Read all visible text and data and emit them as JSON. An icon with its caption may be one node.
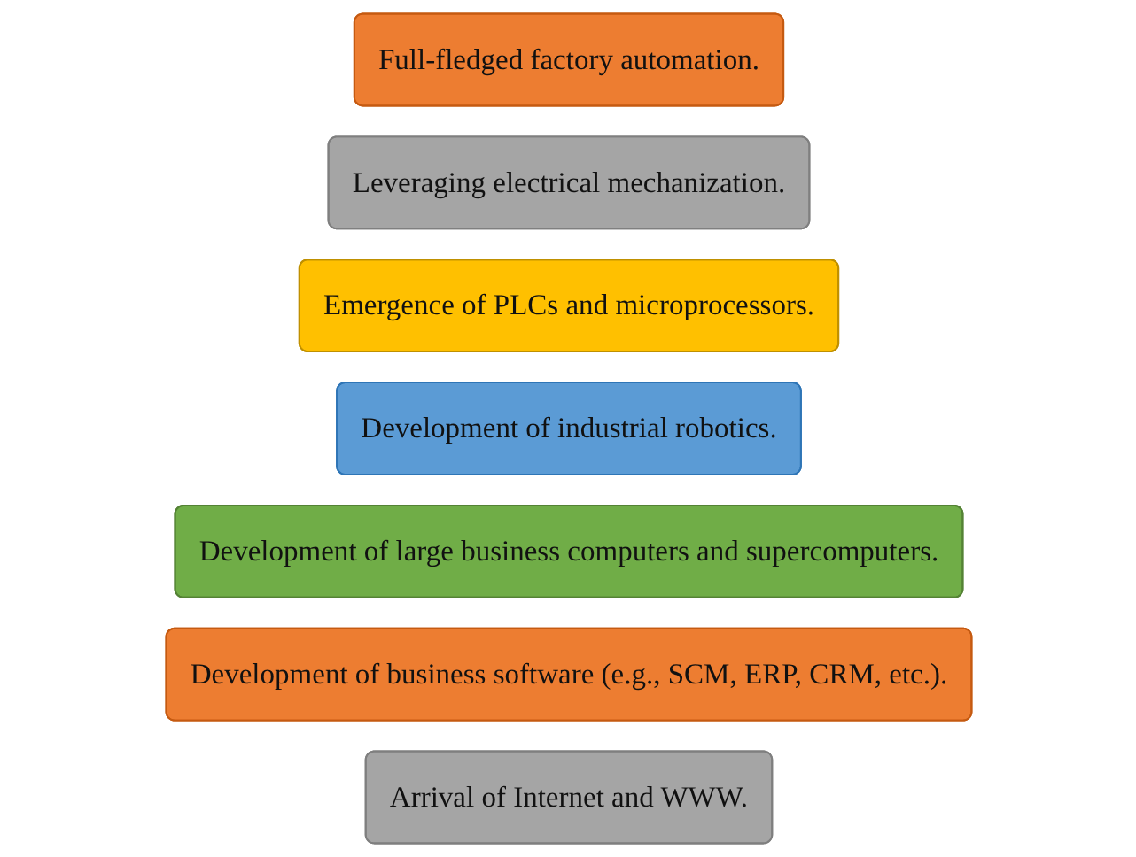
{
  "diagram": {
    "nodes": [
      {
        "text": [
          "Full-fledged factory automation."
        ]
      },
      {
        "text": [
          "Leveraging electrical mechanization."
        ]
      },
      {
        "text": [
          "Emergence of PLCs and microprocessors."
        ]
      },
      {
        "text": [
          "Development of industrial robotics."
        ]
      },
      {
        "text": [
          "Development of large business computers and supercomputers."
        ]
      },
      {
        "text": [
          "Development of business software (e.g., SCM, ERP, CRM, etc.)."
        ]
      },
      {
        "text": [
          "Arrival of Internet and WWW."
        ]
      }
    ]
  }
}
